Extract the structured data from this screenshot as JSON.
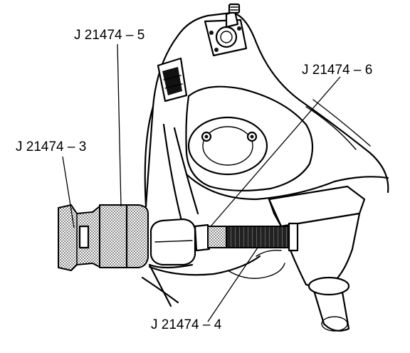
{
  "callouts": {
    "tool_5": "J 21474 – 5",
    "tool_6": "J 21474 – 6",
    "tool_3": "J 21474 – 3",
    "tool_4": "J 21474 – 4"
  },
  "colors": {
    "ink": "#000000",
    "paper": "#ffffff"
  }
}
